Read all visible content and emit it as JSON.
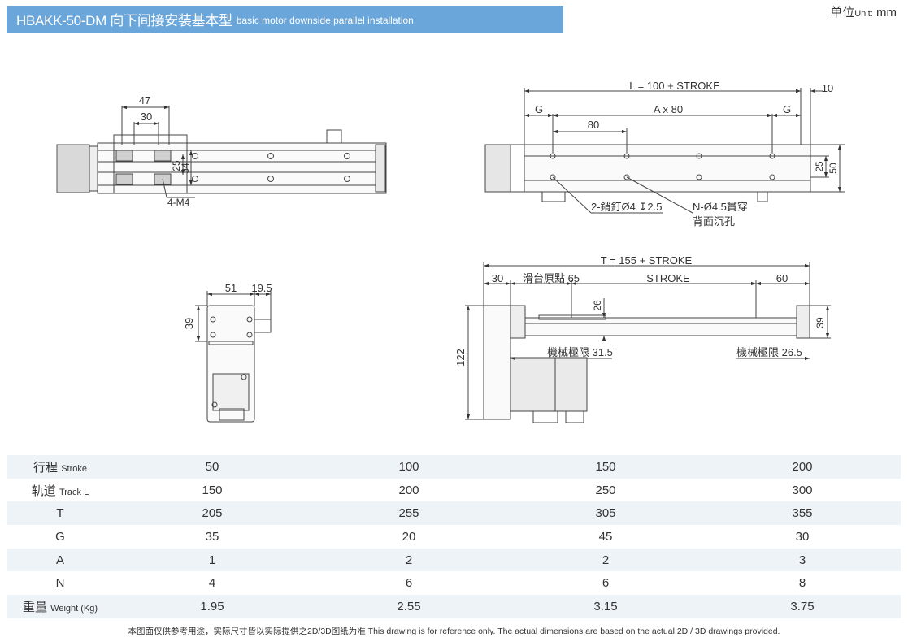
{
  "header": {
    "title": "HBAKK-50-DM 向下间接安装基本型",
    "subtitle": "basic motor downside parallel installation"
  },
  "unit": {
    "label": "单位",
    "en": "Unit:",
    "value": "mm"
  },
  "colors": {
    "header_bg": "#6aa6da",
    "row_stripe": "#eef3f8"
  },
  "views": {
    "top_left": {
      "dims": [
        "47",
        "30",
        "25",
        "34"
      ],
      "callout": "4-M4"
    },
    "top_right": {
      "overall": "L = 100 + STROKE",
      "end_offset": "10",
      "g_left": "G",
      "pitch": "A x 80",
      "g_right": "G",
      "spacing": "80",
      "height_inner": "25",
      "height_outer": "50",
      "pin_note": "2-銷釘Ø4",
      "pin_depth": "2.5",
      "hole_note": "N-Ø4.5貫穿",
      "hole_note_2": "背面沉孔"
    },
    "end_view": {
      "width": "51",
      "offset": "19.5",
      "height": "39"
    },
    "side_view": {
      "overall": "T = 155 + STROKE",
      "left_offset": "30",
      "home_label": "滑台原點 65",
      "stroke_label": "STROKE",
      "right_offset": "60",
      "rise": "26",
      "total_height": "122",
      "rail_height": "39",
      "limit_left": "機械極限 31.5",
      "limit_right": "機械極限 26.5"
    }
  },
  "table": {
    "rows": [
      {
        "label": "行程",
        "en": "Stroke",
        "values": [
          "50",
          "100",
          "150",
          "200"
        ]
      },
      {
        "label": "轨道",
        "en": "Track L",
        "values": [
          "150",
          "200",
          "250",
          "300"
        ]
      },
      {
        "label": "T",
        "en": "",
        "values": [
          "205",
          "255",
          "305",
          "355"
        ]
      },
      {
        "label": "G",
        "en": "",
        "values": [
          "35",
          "20",
          "45",
          "30"
        ]
      },
      {
        "label": "A",
        "en": "",
        "values": [
          "1",
          "2",
          "2",
          "3"
        ]
      },
      {
        "label": "N",
        "en": "",
        "values": [
          "4",
          "6",
          "6",
          "8"
        ]
      },
      {
        "label": "重量",
        "en": "Weight (Kg)",
        "values": [
          "1.95",
          "2.55",
          "3.15",
          "3.75"
        ]
      }
    ]
  },
  "footnote": "本图面仅供参考用途，实际尺寸皆以实际提供之2D/3D图纸为准 This drawing is for reference only. The actual dimensions are based on the actual 2D / 3D drawings provided."
}
